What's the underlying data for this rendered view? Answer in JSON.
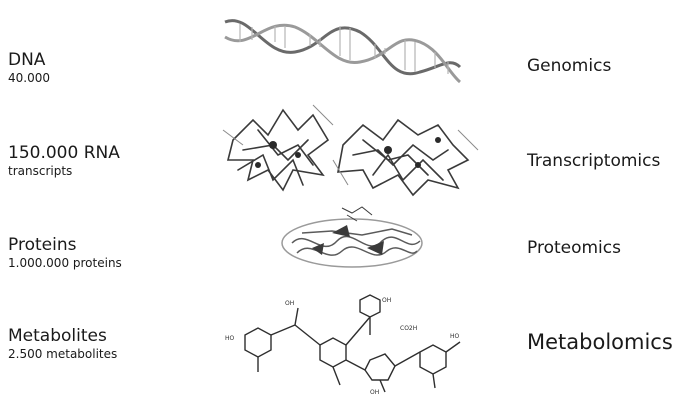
{
  "rows": [
    {
      "label": "DNA",
      "sublabel": "40.000",
      "field": "Genomics"
    },
    {
      "label": "150.000 RNA",
      "sublabel": "transcripts",
      "field": "Transcriptomics"
    },
    {
      "label": "Proteins",
      "sublabel": "1.000.000 proteins",
      "field": "Proteomics"
    },
    {
      "label": "Metabolites",
      "sublabel": "2.500 metabolites",
      "field": "Metabolomics"
    }
  ],
  "colors": {
    "text": "#1a1a1a",
    "illustration": "#3a3a3a",
    "illustration_light": "#9a9a9a"
  }
}
